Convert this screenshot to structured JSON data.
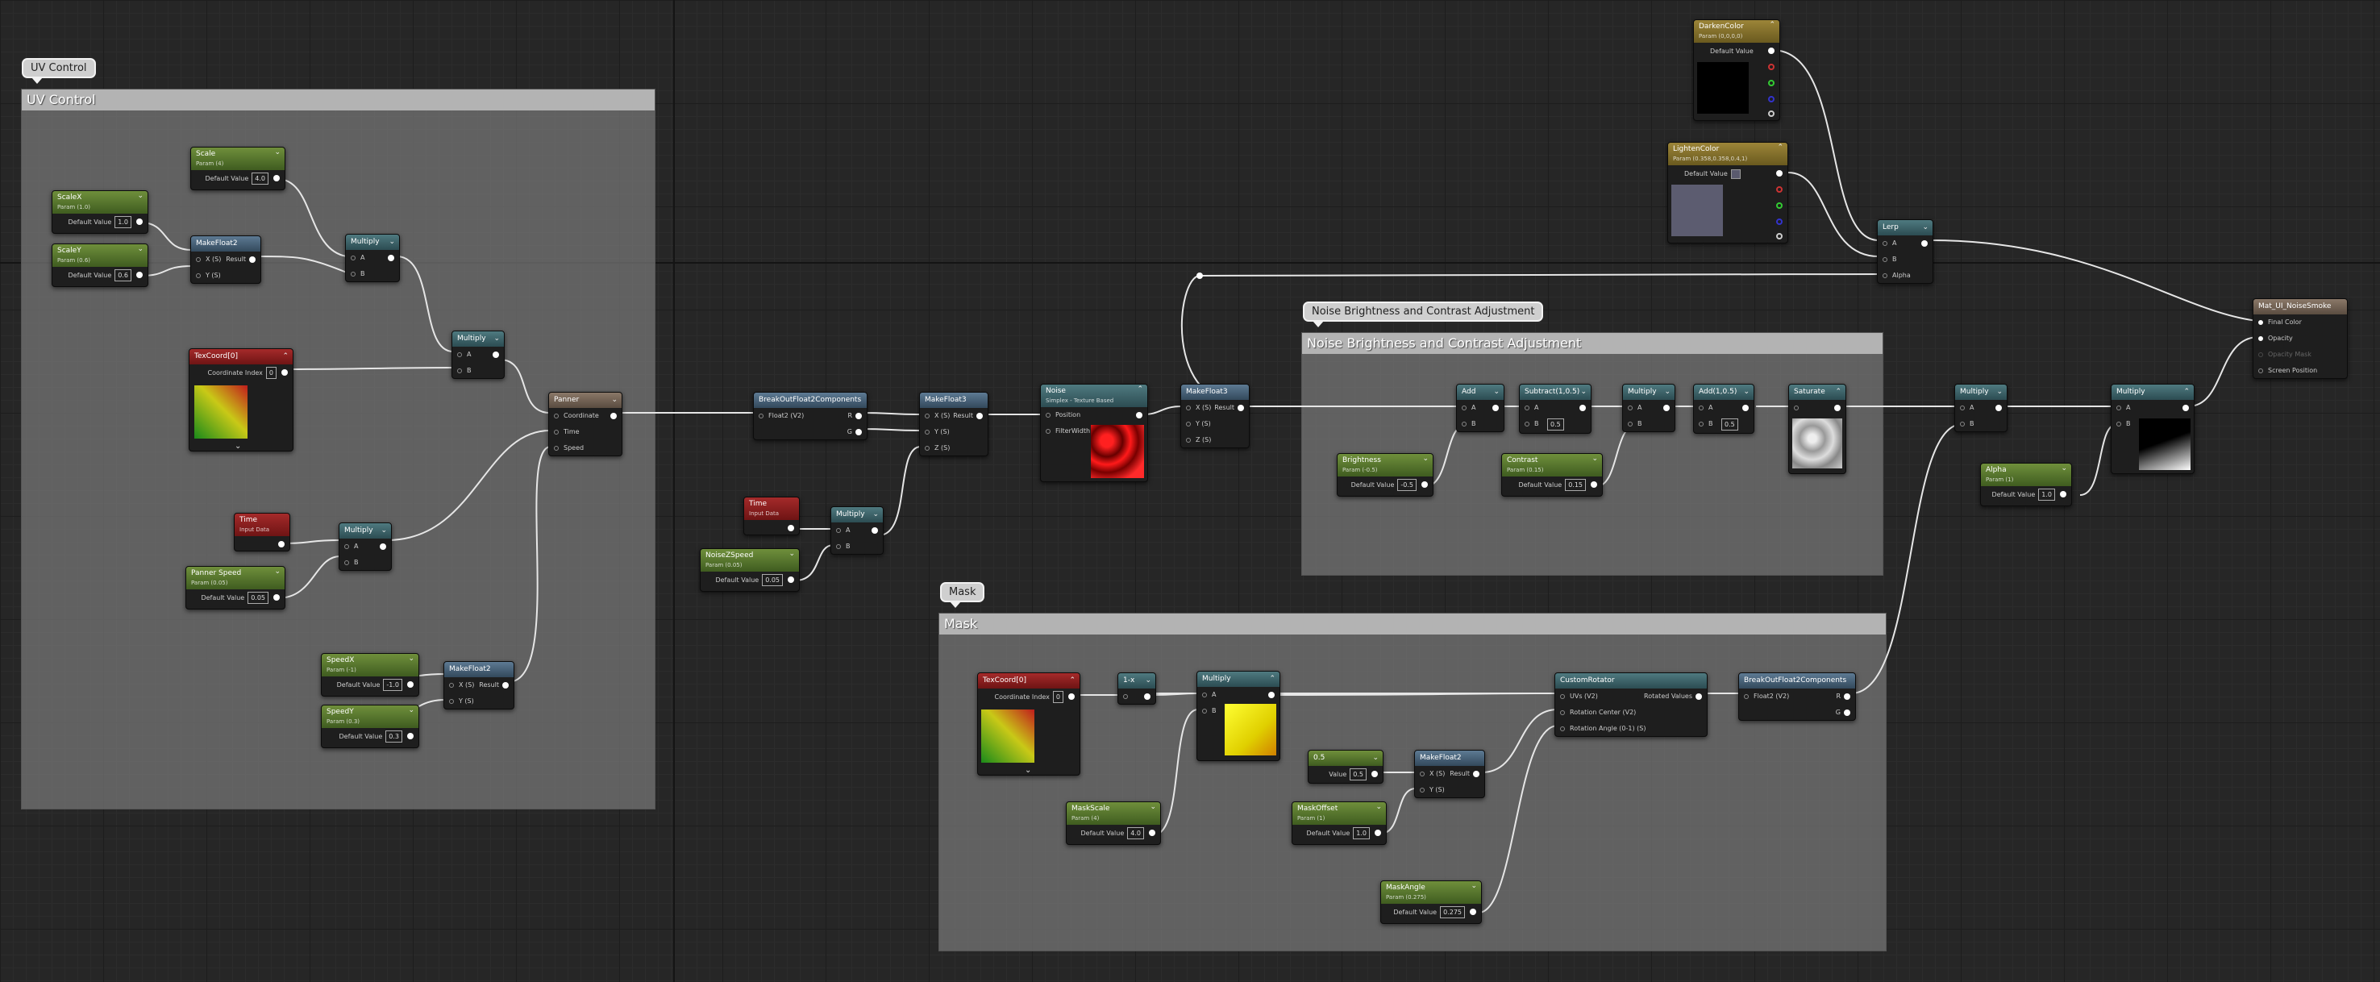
{
  "comments": {
    "uv": "UV Control",
    "noise": "Noise Brightness and Contrast Adjustment",
    "mask": "Mask"
  },
  "labels": {
    "default_value": "Default Value",
    "coordinate_index": "Coordinate Index",
    "value": "Value",
    "x": "X (S)",
    "y": "Y (S)",
    "z": "Z (S)",
    "a": "A",
    "b": "B",
    "alpha": "Alpha",
    "result": "Result",
    "coordinate": "Coordinate",
    "time": "Time",
    "speed": "Speed",
    "float2": "Float2 (V2)",
    "r": "R",
    "g": "G",
    "position": "Position",
    "filter_width": "FilterWidth",
    "uvs": "UVs (V2)",
    "rotation_center": "Rotation Center (V2)",
    "rotation_angle": "Rotation Angle (0-1) (S)",
    "rotated_values": "Rotated Values",
    "final_color": "Final Color",
    "opacity": "Opacity",
    "opacity_mask": "Opacity Mask",
    "screen_position": "Screen Position"
  },
  "nodes": {
    "scale": {
      "title": "Scale",
      "sub": "Param (4)",
      "value": "4.0"
    },
    "scalex": {
      "title": "ScaleX",
      "sub": "Param (1.0)",
      "value": "1.0"
    },
    "scaley": {
      "title": "ScaleY",
      "sub": "Param (0.6)",
      "value": "0.6"
    },
    "makefloat2_uv": {
      "title": "MakeFloat2"
    },
    "multiply_uv1": {
      "title": "Multiply"
    },
    "multiply_uv2": {
      "title": "Multiply"
    },
    "texcoord_uv": {
      "title": "TexCoord[0]",
      "value": "0"
    },
    "panner": {
      "title": "Panner"
    },
    "time_uv": {
      "title": "Time",
      "sub": "Input Data"
    },
    "multiply_uv3": {
      "title": "Multiply"
    },
    "panner_speed": {
      "title": "Panner Speed",
      "sub": "Param (0.05)",
      "value": "0.05"
    },
    "speedx": {
      "title": "SpeedX",
      "sub": "Param (-1)",
      "value": "-1.0"
    },
    "speedy": {
      "title": "SpeedY",
      "sub": "Param (0.3)",
      "value": "0.3"
    },
    "makefloat2_speed": {
      "title": "MakeFloat2"
    },
    "breakout": {
      "title": "BreakOutFloat2Components"
    },
    "makefloat3_a": {
      "title": "MakeFloat3"
    },
    "time_noise": {
      "title": "Time",
      "sub": "Input Data"
    },
    "multiply_n": {
      "title": "Multiply"
    },
    "noise_z_speed": {
      "title": "NoiseZSpeed",
      "sub": "Param (0.05)",
      "value": "0.05"
    },
    "noise": {
      "title": "Noise",
      "sub": "Simplex - Texture Based"
    },
    "makefloat3_b": {
      "title": "MakeFloat3"
    },
    "add": {
      "title": "Add"
    },
    "subtract": {
      "title": "Subtract(1,0.5)",
      "value": "0.5"
    },
    "multiply_b1": {
      "title": "Multiply"
    },
    "add2": {
      "title": "Add(1,0.5)",
      "value": "0.5"
    },
    "saturate": {
      "title": "Saturate"
    },
    "brightness": {
      "title": "Brightness",
      "sub": "Param (-0.5)",
      "value": "-0.5"
    },
    "contrast": {
      "title": "Contrast",
      "sub": "Param (0.15)",
      "value": "0.15"
    },
    "multiply_c": {
      "title": "Multiply"
    },
    "multiply_d": {
      "title": "Multiply"
    },
    "alpha_param": {
      "title": "Alpha",
      "sub": "Param (1)",
      "value": "1.0"
    },
    "darken": {
      "title": "DarkenColor",
      "sub": "Param (0,0,0,0)"
    },
    "lighten": {
      "title": "LightenColor",
      "sub": "Param (0.358,0.358,0.4,1)"
    },
    "lerp": {
      "title": "Lerp"
    },
    "material": {
      "title": "Mat_UI_NoiseSmoke"
    },
    "texcoord_mask": {
      "title": "TexCoord[0]",
      "value": "0"
    },
    "one_x": {
      "title": "1-x"
    },
    "multiply_m": {
      "title": "Multiply"
    },
    "mask_scale": {
      "title": "MaskScale",
      "sub": "Param (4)",
      "value": "4.0"
    },
    "custom_rotator": {
      "title": "CustomRotator"
    },
    "breakout_mask": {
      "title": "BreakOutFloat2Components"
    },
    "half": {
      "title": "0.5",
      "value": "0.5"
    },
    "makefloat2_mask": {
      "title": "MakeFloat2"
    },
    "mask_offset": {
      "title": "MaskOffset",
      "sub": "Param (1)",
      "value": "1.0"
    },
    "mask_angle": {
      "title": "MaskAngle",
      "sub": "Param (0.275)",
      "value": "0.275"
    }
  }
}
